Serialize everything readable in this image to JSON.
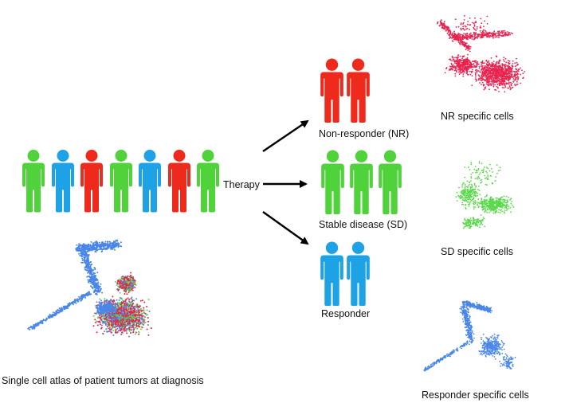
{
  "colors": {
    "green": "#4fd23a",
    "blue": "#1ea2e6",
    "red": "#ee2a1c",
    "nr_cells": "#e8234f",
    "sd_cells": "#58d94a",
    "resp_cells": "#4a86e8",
    "arrow": "#000000"
  },
  "cohort": {
    "people": [
      "green",
      "blue",
      "red",
      "green",
      "blue",
      "red",
      "green"
    ]
  },
  "therapy_label": "Therapy",
  "groups": [
    {
      "id": "nr",
      "people": [
        "red",
        "red"
      ],
      "label": "Non-responder (NR)",
      "cells_label": "NR specific cells"
    },
    {
      "id": "sd",
      "people": [
        "green",
        "green",
        "green"
      ],
      "label": "Stable disease (SD)",
      "cells_label": "SD specific cells"
    },
    {
      "id": "resp",
      "people": [
        "blue",
        "blue"
      ],
      "label": "Responder",
      "cells_label": "Responder specific cells"
    }
  ],
  "atlas_label": "Single cell atlas of patient tumors at diagnosis"
}
